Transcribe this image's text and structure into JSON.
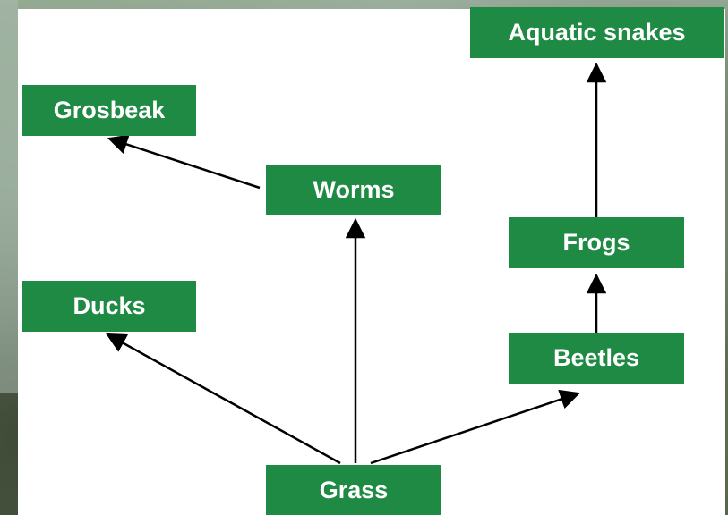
{
  "diagram": {
    "nodes": {
      "aquatic_snakes": "Aquatic snakes",
      "grosbeak": "Grosbeak",
      "worms": "Worms",
      "frogs": "Frogs",
      "ducks": "Ducks",
      "beetles": "Beetles",
      "grass": "Grass"
    },
    "edges": [
      {
        "from": "grass",
        "to": "ducks"
      },
      {
        "from": "grass",
        "to": "worms"
      },
      {
        "from": "grass",
        "to": "beetles"
      },
      {
        "from": "worms",
        "to": "grosbeak"
      },
      {
        "from": "beetles",
        "to": "frogs"
      },
      {
        "from": "frogs",
        "to": "aquatic_snakes"
      }
    ],
    "colors": {
      "node_fill": "#1e8a43",
      "node_text": "#ffffff",
      "edge": "#000000",
      "panel": "#ffffff"
    }
  }
}
